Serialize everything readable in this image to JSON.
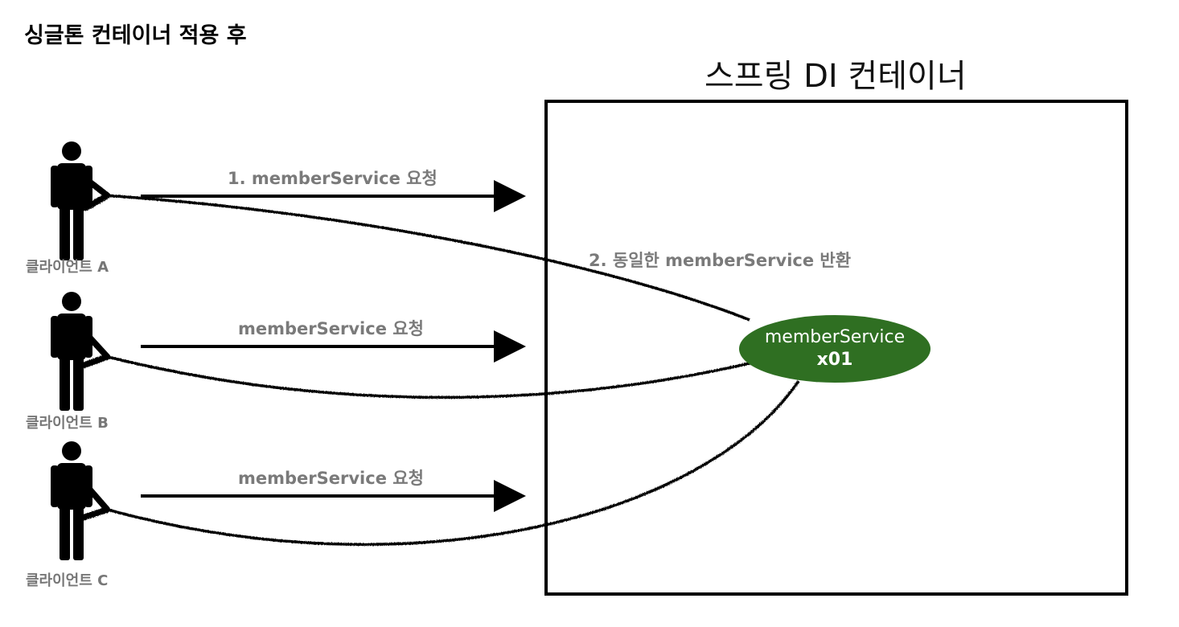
{
  "page_title": "싱글톤 컨테이너 적용 후",
  "container": {
    "title": "스프링 DI 컨테이너"
  },
  "clients": [
    {
      "label": "클라이언트 A",
      "icon": "person-icon"
    },
    {
      "label": "클라이언트 B",
      "icon": "person-icon"
    },
    {
      "label": "클라이언트 C",
      "icon": "person-icon"
    }
  ],
  "requests": [
    "1. memberService 요청",
    "memberService 요청",
    "memberService 요청"
  ],
  "return_label": "2. 동일한 memberService 반환",
  "bean": {
    "name": "memberService",
    "ref": "x01",
    "color": "#2f6f22"
  },
  "colors": {
    "stroke": "#000000",
    "label_gray": "#777777"
  }
}
